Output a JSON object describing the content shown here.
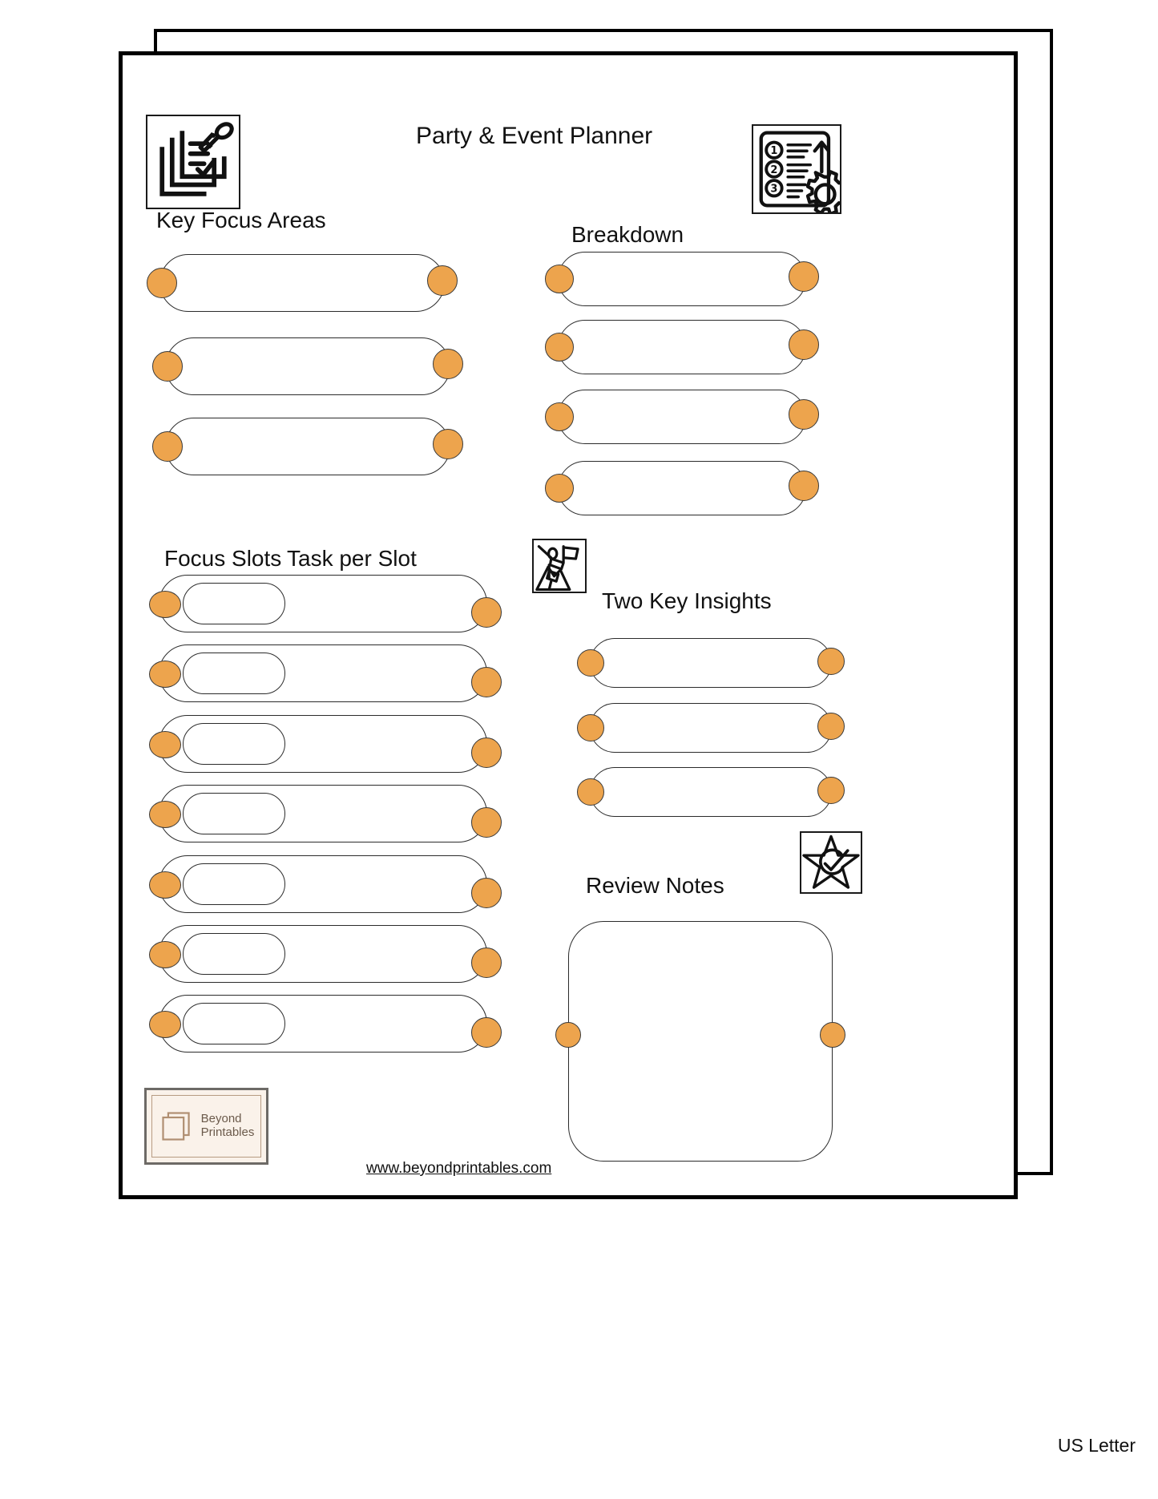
{
  "document": {
    "title": "Party & Event Planner",
    "paper_size_label": "US Letter",
    "footer_url": "www.beyondprintables.com",
    "brand": {
      "name": "Beyond\nPrintables",
      "logo_icon": "stacked-pages-icon",
      "box_fill": "#faf2ea",
      "text_color": "#6b5a4b"
    }
  },
  "theme": {
    "knob_fill": "#eda44d",
    "knob_stroke": "#3a3a3a",
    "outline": "#2b2b2b",
    "page_border": "#000000",
    "paper": "#ffffff"
  },
  "icons": {
    "top_left": "checklist-pin-icon",
    "top_right": "numbered-list-gear-icon",
    "focus_slots": "flag-mountain-icon",
    "review": "star-check-icon"
  },
  "sections": [
    {
      "id": "key-focus-areas",
      "heading": "Key Focus Areas",
      "icon": "checklist-pin-icon",
      "row_count": 3,
      "rows": [
        "",
        "",
        ""
      ]
    },
    {
      "id": "breakdown",
      "heading": "Breakdown",
      "icon": "numbered-list-gear-icon",
      "row_count": 4,
      "rows": [
        "",
        "",
        "",
        ""
      ]
    },
    {
      "id": "focus-slots",
      "heading": "Focus Slots",
      "secondary_heading": "Task per Slot",
      "icon": "flag-mountain-icon",
      "row_count": 7,
      "rows": [
        {
          "slot": "",
          "task": ""
        },
        {
          "slot": "",
          "task": ""
        },
        {
          "slot": "",
          "task": ""
        },
        {
          "slot": "",
          "task": ""
        },
        {
          "slot": "",
          "task": ""
        },
        {
          "slot": "",
          "task": ""
        },
        {
          "slot": "",
          "task": ""
        }
      ]
    },
    {
      "id": "two-key-insights",
      "heading": "Two Key Insights",
      "row_count": 3,
      "rows": [
        "",
        "",
        ""
      ]
    },
    {
      "id": "review-notes",
      "heading": "Review Notes",
      "icon": "star-check-icon",
      "notes_value": ""
    }
  ]
}
